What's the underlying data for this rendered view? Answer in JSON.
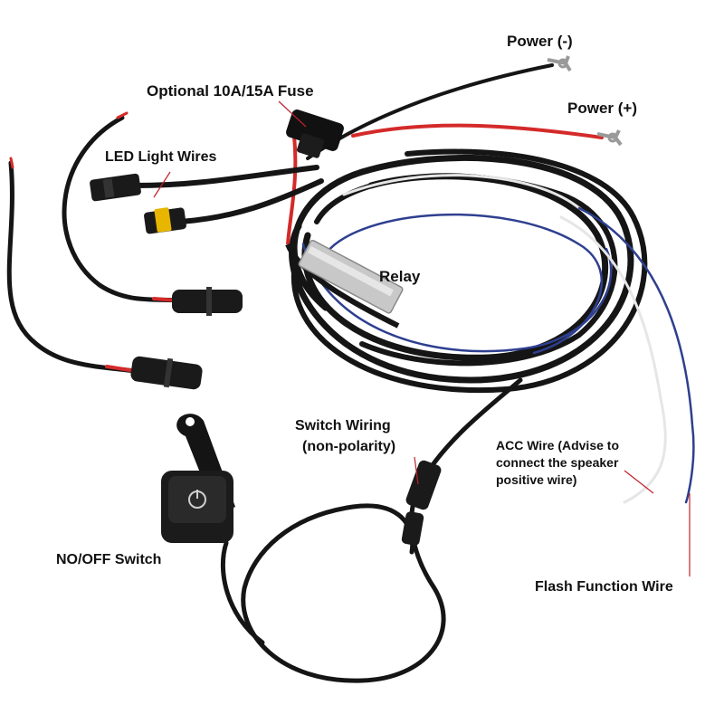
{
  "labels": {
    "power_neg": "Power  (-)",
    "power_pos": "Power  (+)",
    "fuse": "Optional 10A/15A Fuse",
    "led_wires": "LED Light Wires",
    "relay": "Relay",
    "switch_wiring_1": "Switch Wiring",
    "switch_wiring_2": "(non-polarity)",
    "acc_1": "ACC Wire  (Advise to",
    "acc_2": "connect the speaker",
    "acc_3": "positive wire)",
    "switch": "NO/OFF Switch",
    "flash": "Flash Function Wire"
  },
  "colors": {
    "cable": "#151515",
    "red_wire": "#d42a2a",
    "blue_wire": "#2e3f8f",
    "white_wire": "#e6e6e6",
    "connector_yellow": "#e8b500",
    "relay_silver": "#c8c8c8",
    "pointer": "#c0202a",
    "text": "#111111"
  }
}
